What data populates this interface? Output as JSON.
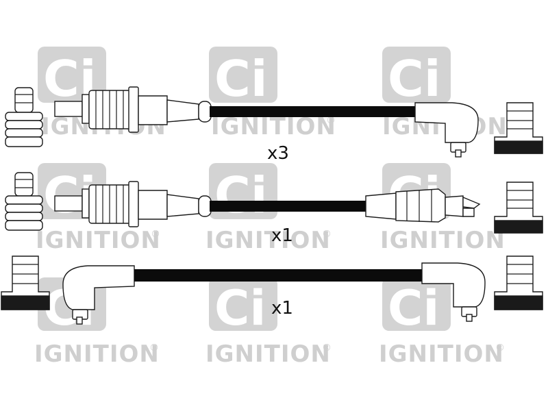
{
  "watermark": {
    "logo_text": "Ci",
    "brand_text": "IGNITION",
    "reg_mark": "®"
  },
  "leads": [
    {
      "quantity_label": "x3"
    },
    {
      "quantity_label": "x1"
    },
    {
      "quantity_label": "x1"
    }
  ],
  "colors": {
    "watermark": "#d3d3d3",
    "ink": "#1a1a1a",
    "cable": "#0b0b0b"
  }
}
